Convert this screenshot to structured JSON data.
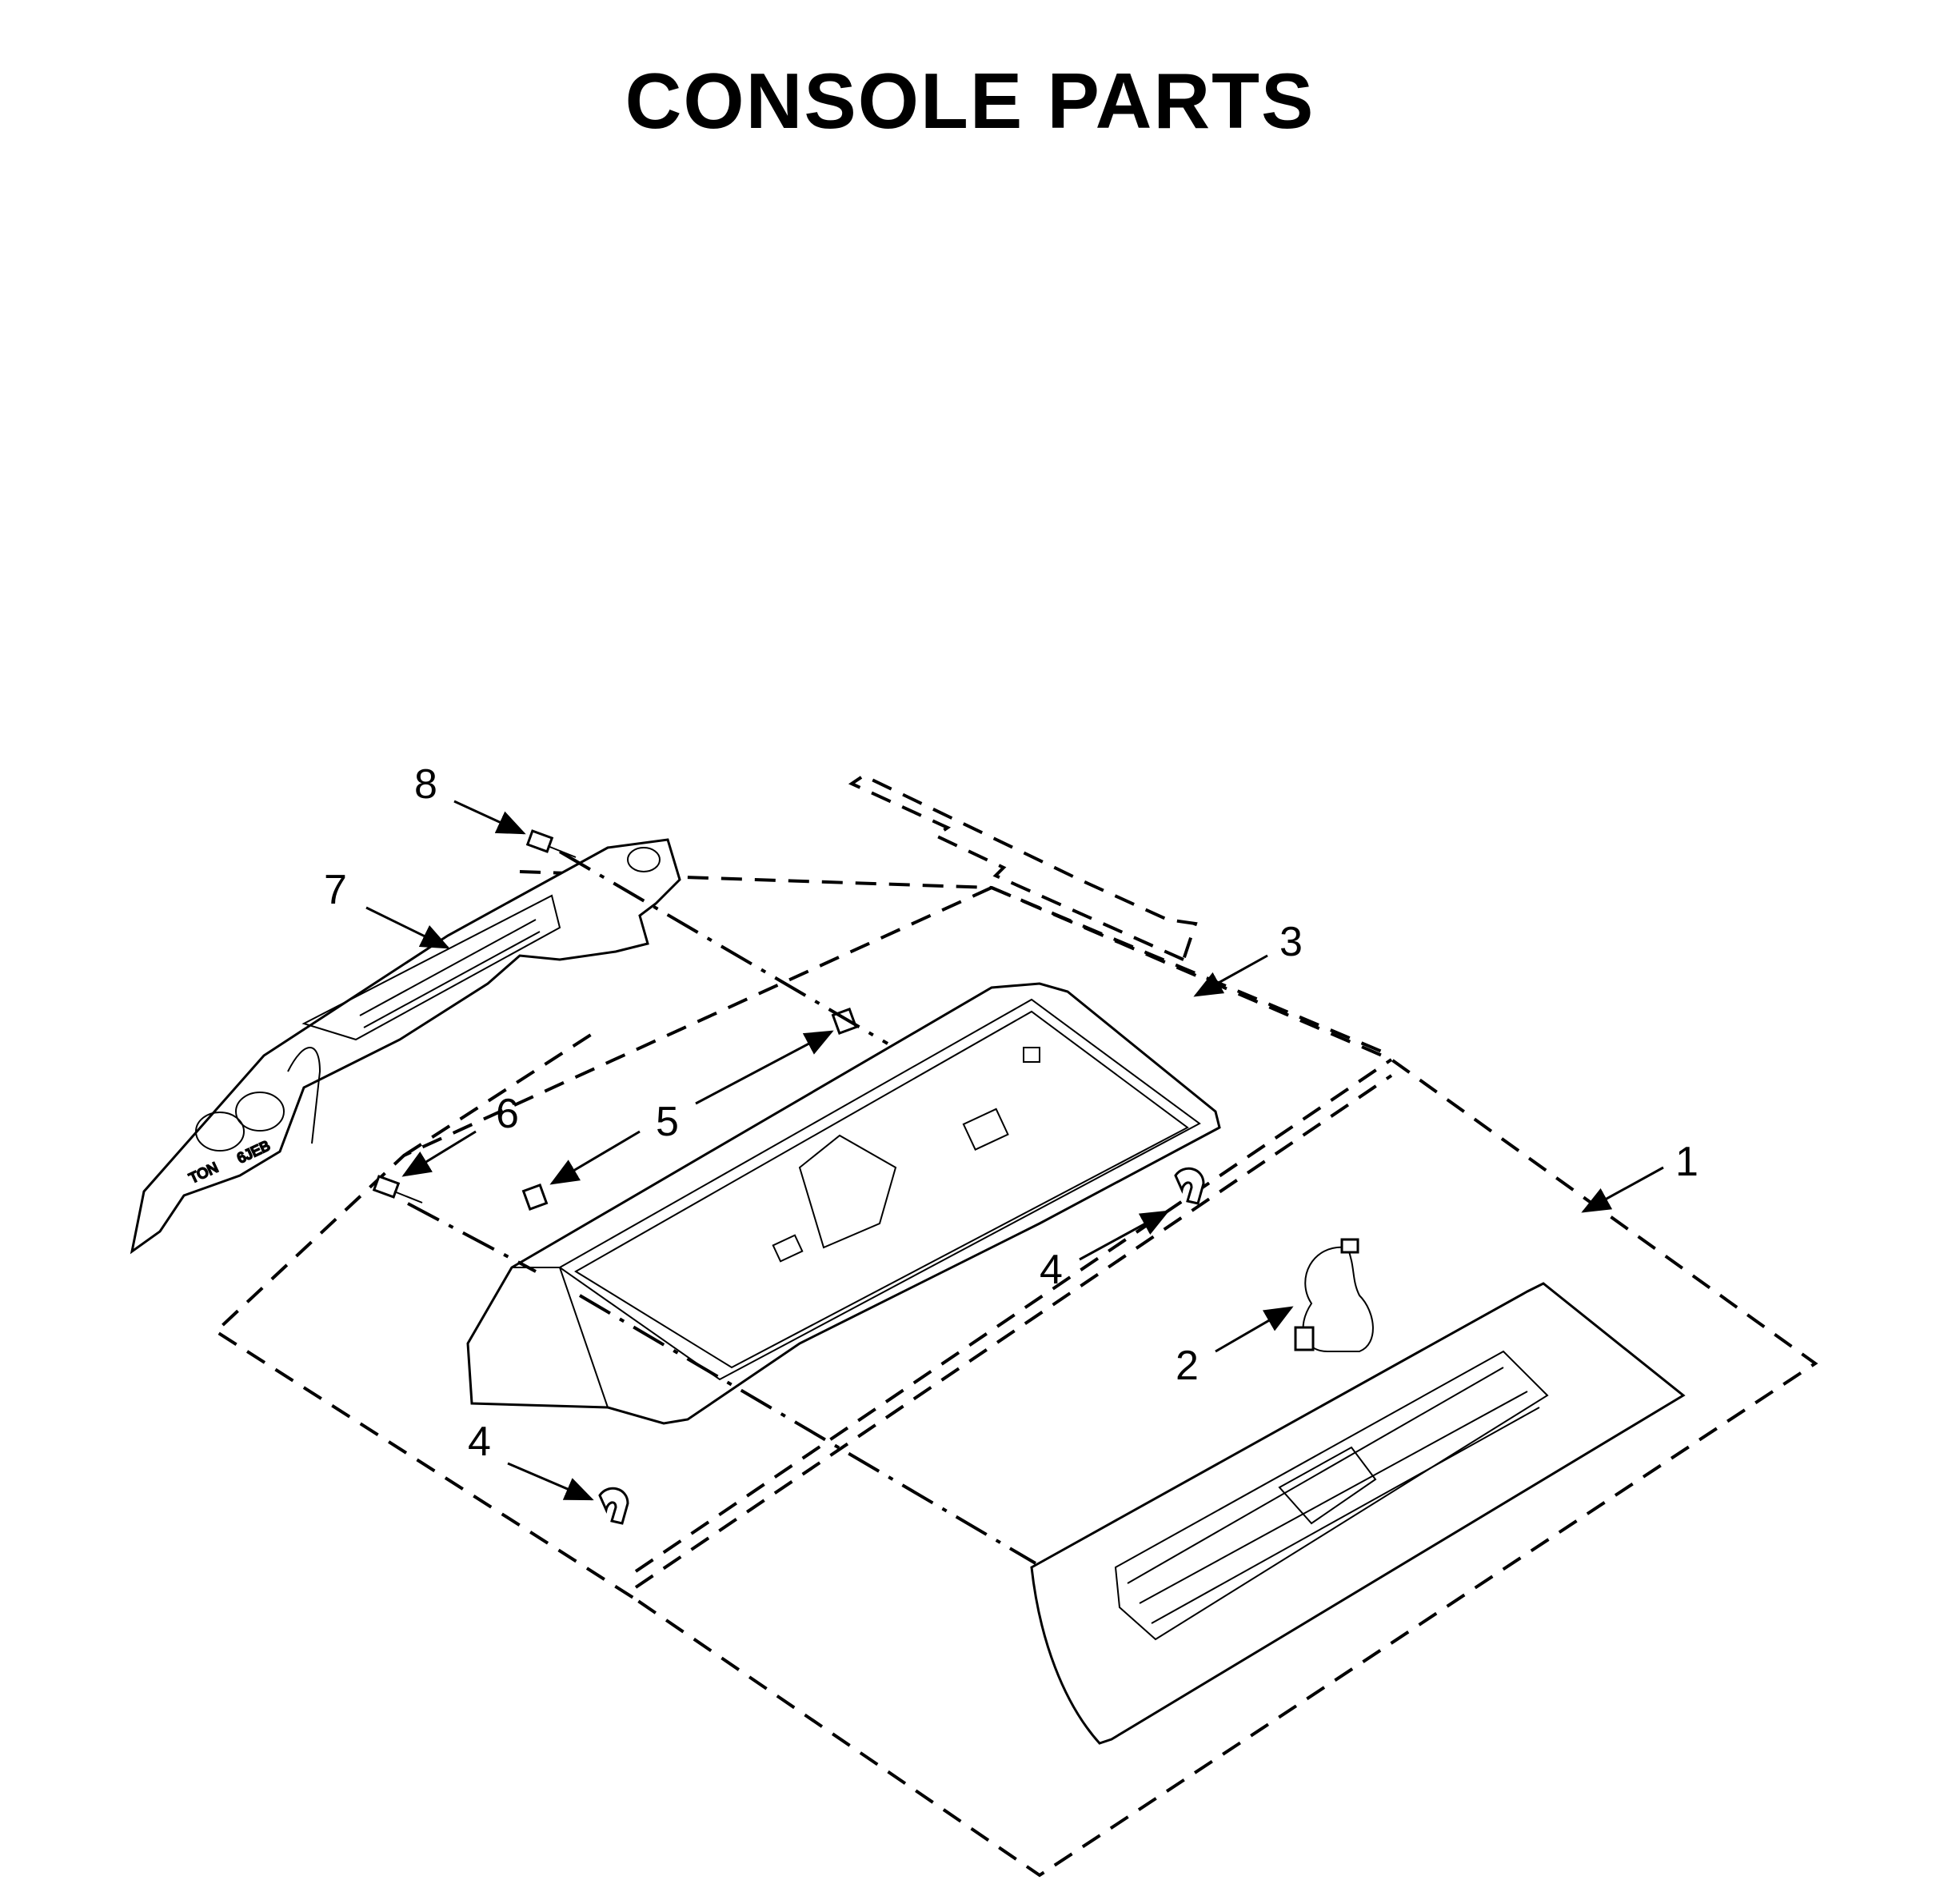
{
  "title": "CONSOLE PARTS",
  "callouts": [
    {
      "id": "1",
      "label": "1"
    },
    {
      "id": "2",
      "label": "2"
    },
    {
      "id": "3",
      "label": "3"
    },
    {
      "id": "4a",
      "label": "4"
    },
    {
      "id": "4b",
      "label": "4"
    },
    {
      "id": "5",
      "label": "5"
    },
    {
      "id": "6",
      "label": "6"
    },
    {
      "id": "7",
      "label": "7"
    },
    {
      "id": "8",
      "label": "8"
    }
  ],
  "part7_markings": [
    "TON",
    "6JEB"
  ]
}
